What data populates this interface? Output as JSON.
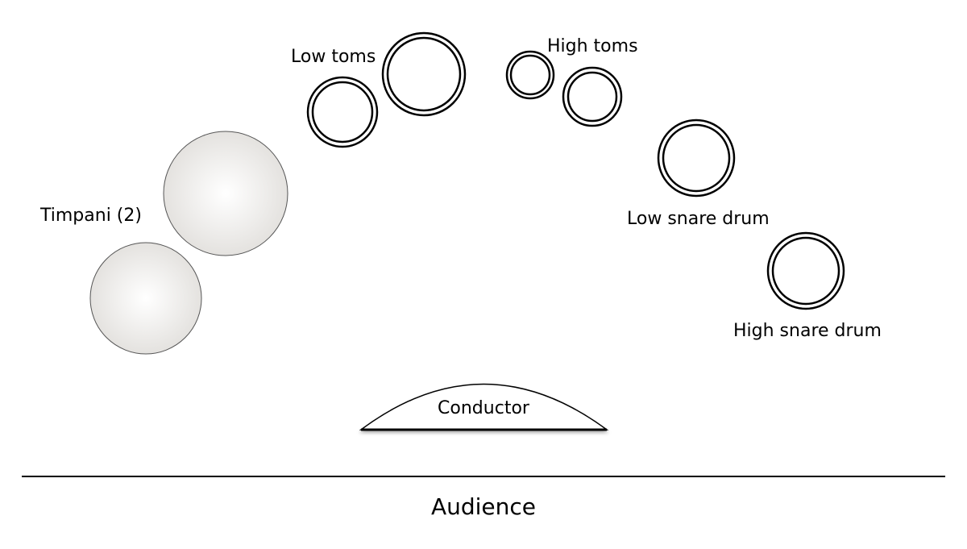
{
  "labels": {
    "timpani": "Timpani (2)",
    "low_toms": "Low toms",
    "high_toms": "High toms",
    "low_snare": "Low snare drum",
    "high_snare": "High snare drum",
    "conductor": "Conductor",
    "audience": "Audience"
  },
  "colors": {
    "stroke": "#000000",
    "timpani_fill_center": "#ffffff",
    "timpani_fill_edge": "#e4e2df",
    "timpani_stroke": "#555555"
  }
}
